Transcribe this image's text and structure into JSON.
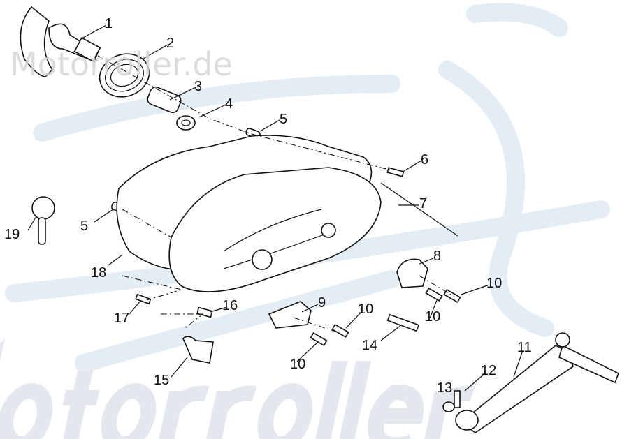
{
  "watermark": {
    "top": "Motorroller.de",
    "bottom": "Motorroller",
    "color": "#e3e8ee"
  },
  "callouts": {
    "c1": "1",
    "c2": "2",
    "c3": "3",
    "c4": "4",
    "c5a": "5",
    "c5b": "5",
    "c6": "6",
    "c7": "7",
    "c8": "8",
    "c9": "9",
    "c10a": "10",
    "c10b": "10",
    "c10c": "10",
    "c10d": "10",
    "c11": "11",
    "c12": "12",
    "c13": "13",
    "c14": "14",
    "c15": "15",
    "c16": "16",
    "c17": "17",
    "c18": "18",
    "c19": "19"
  }
}
